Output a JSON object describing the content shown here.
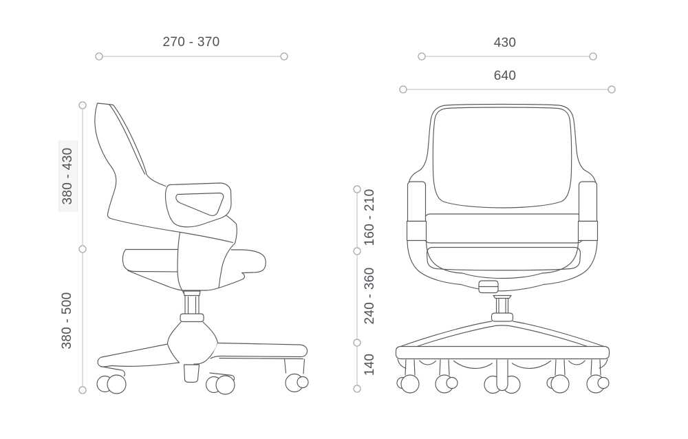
{
  "diagram": {
    "title": "office chair dimensions drawing",
    "views": [
      "side",
      "front"
    ]
  },
  "dims": {
    "top_left": "270 - 370",
    "front_upper": "430",
    "front_lower": "640",
    "left_upper": "380 - 430",
    "left_lower": "380 - 500",
    "middle_upper": "160 - 210",
    "middle_center": "240 - 360",
    "middle_lower": "140"
  },
  "highlight": {
    "dimension": "left_upper"
  },
  "colors": {
    "background": "#ffffff",
    "drawing_stroke": "#55585c",
    "dim_line": "#c9cbcd",
    "dim_circle_stroke": "#a4a8ab",
    "dim_circle_fill": "#ffffff",
    "dim_text": "#4d5156",
    "highlight_fill": "#f5f5f6",
    "highlight_border": "#ebebed"
  }
}
